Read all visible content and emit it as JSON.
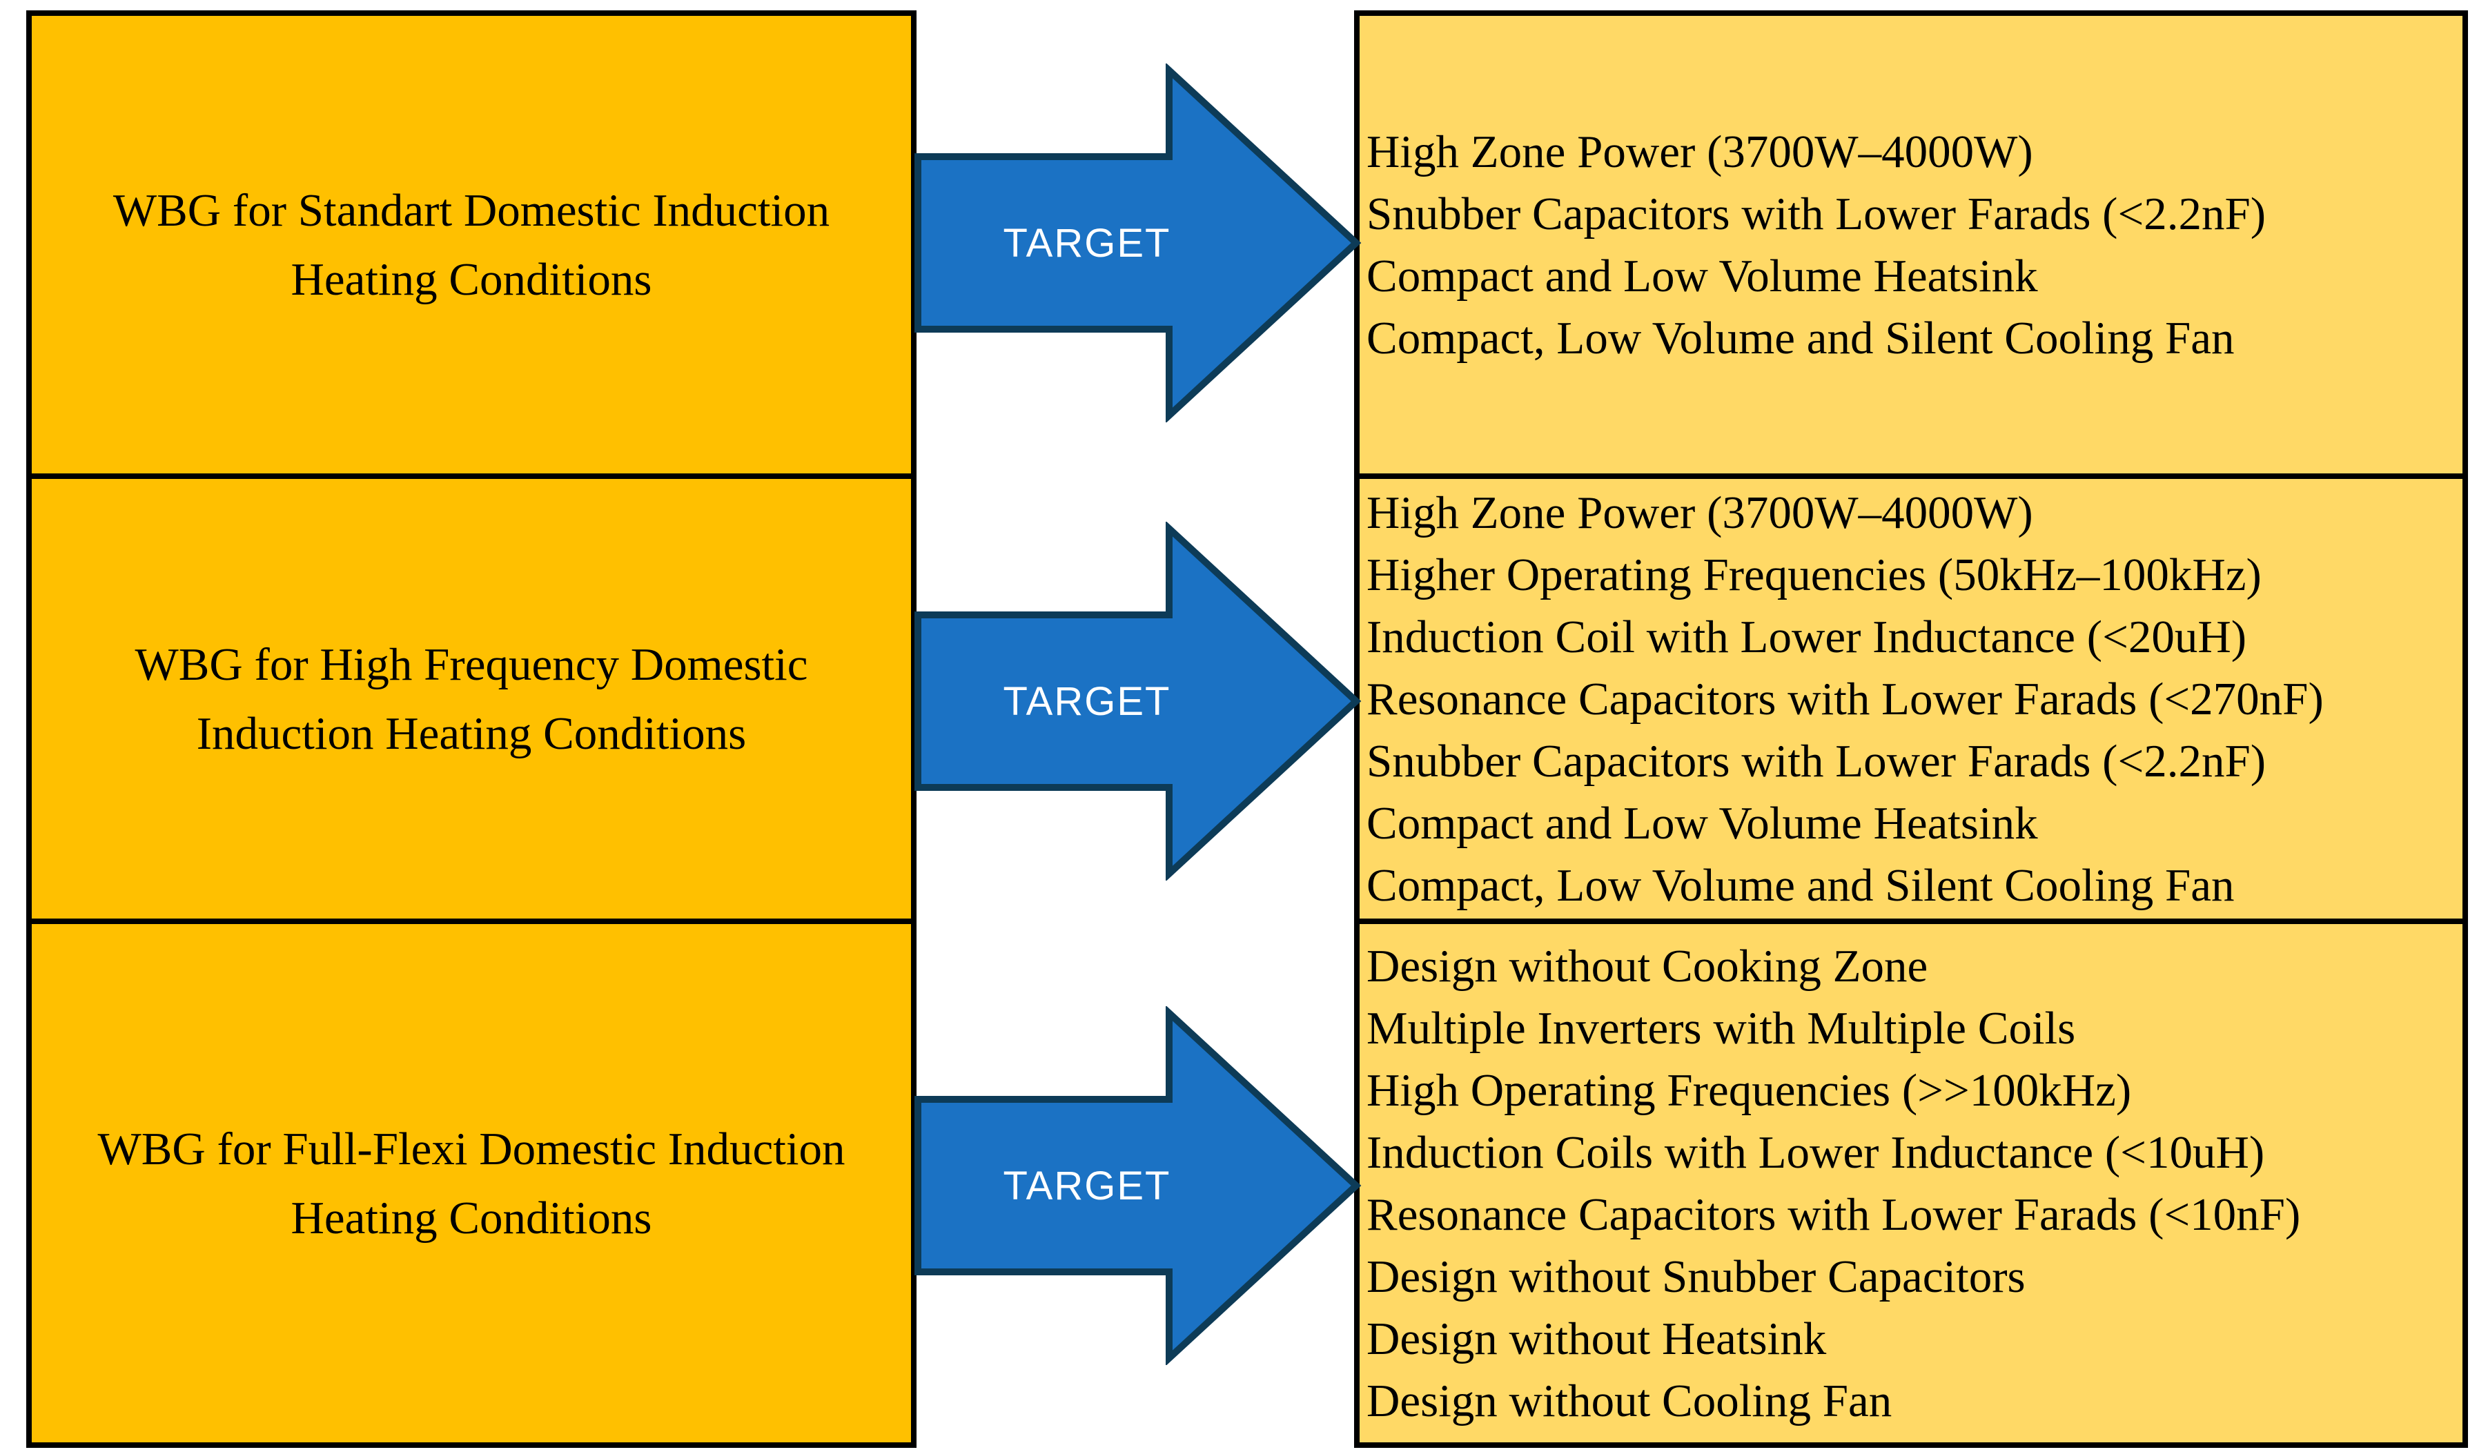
{
  "diagram": {
    "title_hint": "WBG domestic induction heating targets diagram",
    "colors": {
      "source_box_fill": "#FFC000",
      "target_box_fill": "#FFD966",
      "box_border": "#000000",
      "arrow_fill": "#1B72C4",
      "arrow_outline": "#0D3B57",
      "arrow_text": "#FFFFFF",
      "text": "#000000",
      "background": "#FFFFFF"
    },
    "rows": [
      {
        "source": "WBG for Standart Domestic Induction Heating Conditions",
        "arrow_label": "TARGET",
        "targets": [
          "High Zone Power (3700W–4000W)",
          "Snubber Capacitors with Lower Farads (<2.2nF)",
          "Compact and Low Volume Heatsink",
          "Compact, Low Volume and Silent Cooling Fan"
        ]
      },
      {
        "source": "WBG for High Frequency Domestic Induction Heating Conditions",
        "arrow_label": "TARGET",
        "targets": [
          "High Zone Power (3700W–4000W)",
          "Higher Operating Frequencies (50kHz–100kHz)",
          "Induction Coil with Lower Inductance (<20uH)",
          "Resonance Capacitors with Lower Farads (<270nF)",
          "Snubber Capacitors with Lower Farads (<2.2nF)",
          "Compact and Low Volume Heatsink",
          "Compact, Low Volume and Silent Cooling Fan"
        ]
      },
      {
        "source": "WBG for Full-Flexi Domestic Induction Heating Conditions",
        "arrow_label": "TARGET",
        "targets": [
          "Design without Cooking Zone",
          "Multiple Inverters with Multiple Coils",
          "High Operating Frequencies (>>100kHz)",
          "Induction Coils with Lower Inductance (<10uH)",
          "Resonance Capacitors with Lower Farads (<10nF)",
          "Design without Snubber Capacitors",
          "Design without Heatsink",
          "Design without Cooling Fan"
        ]
      }
    ]
  }
}
